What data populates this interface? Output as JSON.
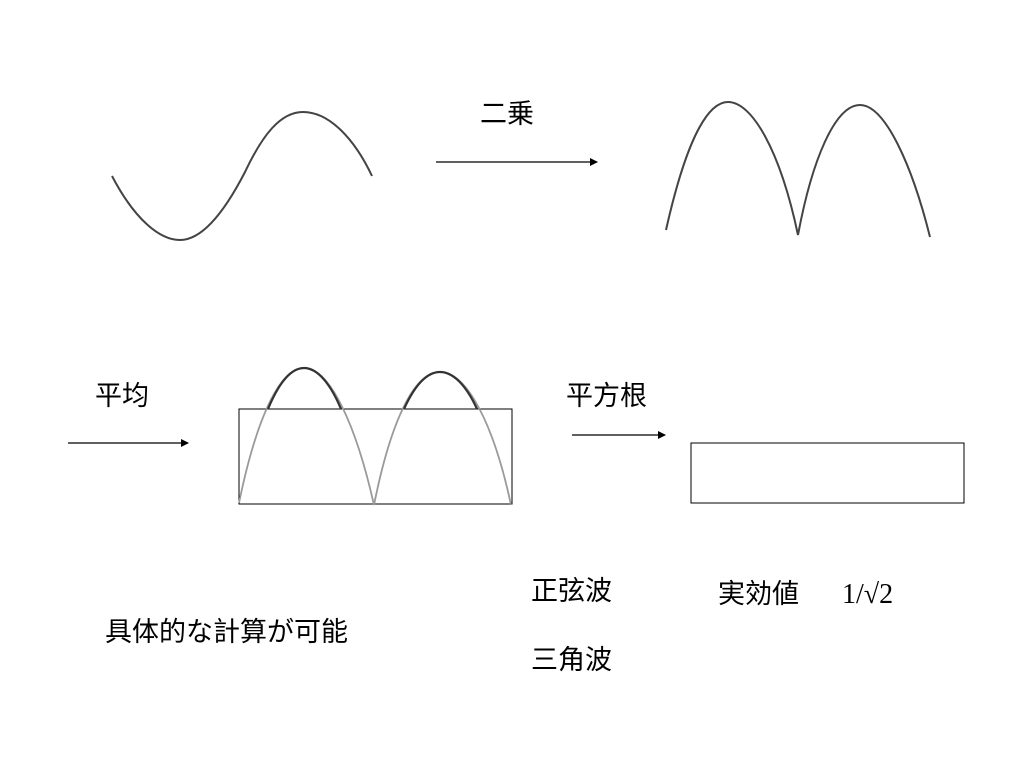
{
  "steps": {
    "square": "二乗",
    "average": "平均",
    "root": "平方根"
  },
  "waves": {
    "sine": "正弦波",
    "triangle": "三角波"
  },
  "rms": {
    "label": "実効値",
    "value": "1/√2"
  },
  "note": "具体的な計算が可能",
  "colors": {
    "stroke": "#444444",
    "stroke_light": "#9a9a9a",
    "ink": "#000000"
  }
}
